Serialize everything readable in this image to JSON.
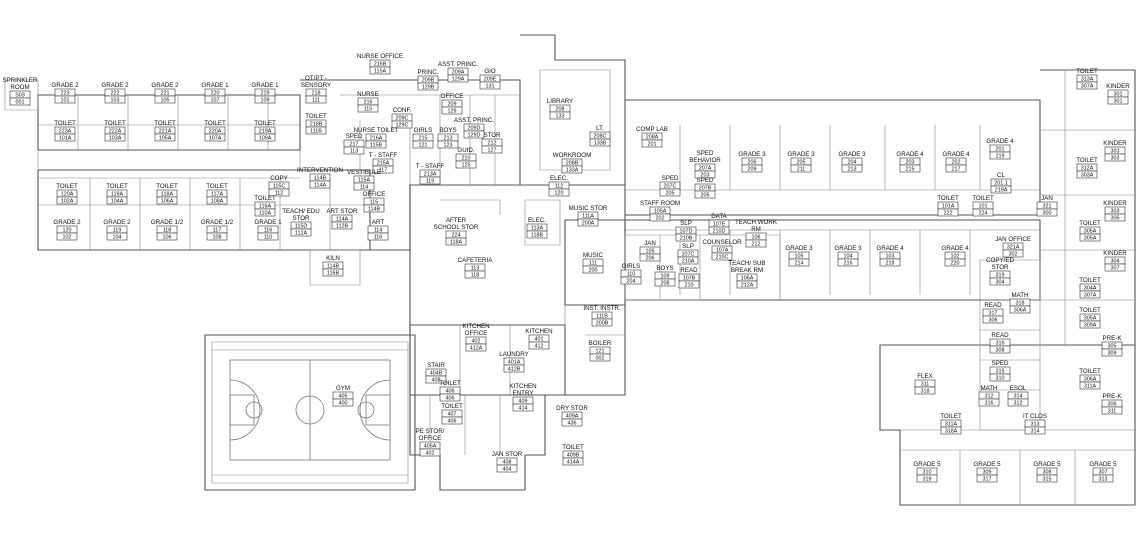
{
  "rooms": [
    {
      "id": "r-sprinkler",
      "name": "SPRINKLER\nROOM",
      "nums": [
        "S03",
        "001"
      ]
    },
    {
      "id": "r-g2a",
      "name": "GRADE 2",
      "nums": [
        "223",
        "101"
      ]
    },
    {
      "id": "r-g2b",
      "name": "GRADE 2",
      "nums": [
        "222",
        "103"
      ]
    },
    {
      "id": "r-g2c",
      "name": "GRADE 2",
      "nums": [
        "221",
        "105"
      ]
    },
    {
      "id": "r-g1a",
      "name": "GRADE 1",
      "nums": [
        "220",
        "107"
      ]
    },
    {
      "id": "r-g1b",
      "name": "GRADE 1",
      "nums": [
        "219",
        "109"
      ]
    },
    {
      "id": "r-otpt",
      "name": "OT/PT -\nSENSORY",
      "nums": [
        "218",
        "111"
      ]
    },
    {
      "id": "r-toilet223a",
      "name": "TOILET",
      "nums": [
        "223A",
        "101A"
      ]
    },
    {
      "id": "r-toilet222a",
      "name": "TOILET",
      "nums": [
        "222A",
        "103A"
      ]
    },
    {
      "id": "r-toilet221a",
      "name": "TOILET",
      "nums": [
        "221A",
        "105A"
      ]
    },
    {
      "id": "r-toilet220a",
      "name": "TOILET",
      "nums": [
        "220A",
        "107A"
      ]
    },
    {
      "id": "r-toilet219a",
      "name": "TOILET",
      "nums": [
        "219A",
        "109A"
      ]
    },
    {
      "id": "r-toilet218b",
      "name": "TOILET",
      "nums": [
        "218B",
        "111B"
      ]
    },
    {
      "id": "r-nurseoffice",
      "name": "NURSE OFFICE",
      "nums": [
        "216B",
        "115A"
      ]
    },
    {
      "id": "r-nurse",
      "name": "NURSE",
      "nums": [
        "216",
        "115"
      ]
    },
    {
      "id": "r-conf",
      "name": "CONF.",
      "nums": [
        "209C",
        "129C"
      ]
    },
    {
      "id": "r-princ",
      "name": "PRINC.",
      "nums": [
        "209B",
        "129B"
      ]
    },
    {
      "id": "r-asstprinc1",
      "name": "ASST. PRINC.",
      "nums": [
        "209A",
        "129A"
      ]
    },
    {
      "id": "r-gio",
      "name": "GIO",
      "nums": [
        "209E",
        "131"
      ]
    },
    {
      "id": "r-office209",
      "name": "OFFICE",
      "nums": [
        "209",
        "129"
      ]
    },
    {
      "id": "r-asstprinc2",
      "name": "ASST. PRINC.",
      "nums": [
        "209D",
        "129D"
      ]
    },
    {
      "id": "r-stor",
      "name": "STOR",
      "nums": [
        "212",
        "127"
      ]
    },
    {
      "id": "r-sped217",
      "name": "SPED",
      "nums": [
        "217",
        "113"
      ]
    },
    {
      "id": "r-nursetoilet",
      "name": "NURSE TOILET",
      "nums": [
        "216A",
        "115B"
      ]
    },
    {
      "id": "r-girls",
      "name": "GIRLS",
      "nums": [
        "215",
        "121"
      ]
    },
    {
      "id": "r-boys",
      "name": "BOYS",
      "nums": [
        "213",
        "123"
      ]
    },
    {
      "id": "r-guid",
      "name": "GUID.",
      "nums": [
        "210",
        "125"
      ]
    },
    {
      "id": "r-tstaff1",
      "name": "T - STAFF",
      "nums": [
        "215A",
        "117"
      ]
    },
    {
      "id": "r-tstaff2",
      "name": "T - STAFF",
      "nums": [
        "213A",
        "119"
      ]
    },
    {
      "id": "r-library",
      "name": "LIBRARY",
      "nums": [
        "208",
        "133"
      ]
    },
    {
      "id": "r-lt",
      "name": "LT.",
      "nums": [
        "208C",
        "133B"
      ]
    },
    {
      "id": "r-workroom",
      "name": "WORKROOM",
      "nums": [
        "208B",
        "133A"
      ]
    },
    {
      "id": "r-elec112",
      "name": "ELEC.",
      "nums": [
        "112",
        "120"
      ]
    },
    {
      "id": "r-complab",
      "name": "COMP LAB",
      "nums": [
        "208A",
        "201"
      ]
    },
    {
      "id": "r-spedbehavior",
      "name": "SPED\nBEHAVIOR",
      "nums": [
        "207A",
        "203"
      ]
    },
    {
      "id": "r-g3a",
      "name": "GRADE 3",
      "nums": [
        "206",
        "209"
      ]
    },
    {
      "id": "r-g3b",
      "name": "GRADE 3",
      "nums": [
        "205",
        "211"
      ]
    },
    {
      "id": "r-g3c",
      "name": "GRADE 3",
      "nums": [
        "204",
        "213"
      ]
    },
    {
      "id": "r-g4a",
      "name": "GRADE 4",
      "nums": [
        "203",
        "215"
      ]
    },
    {
      "id": "r-g4b",
      "name": "GRADE 4",
      "nums": [
        "202",
        "217"
      ]
    },
    {
      "id": "r-g4c",
      "name": "GRADE 4",
      "nums": [
        "201",
        "219"
      ]
    },
    {
      "id": "r-cl",
      "name": "CL",
      "nums": [
        "201.1",
        "219A"
      ]
    },
    {
      "id": "r-sped207c",
      "name": "SPED",
      "nums": [
        "207C",
        "205"
      ]
    },
    {
      "id": "r-sped207b",
      "name": "SPED",
      "nums": [
        "207B",
        "205"
      ]
    },
    {
      "id": "r-toilet313a",
      "name": "TOILET",
      "nums": [
        "313A",
        "307A"
      ]
    },
    {
      "id": "r-kinder301",
      "name": "KINDER",
      "nums": [
        "301",
        "301"
      ]
    },
    {
      "id": "r-kinder303",
      "name": "KINDER",
      "nums": [
        "303",
        "303"
      ]
    },
    {
      "id": "r-toilet312a",
      "name": "TOILET",
      "nums": [
        "312A",
        "303A"
      ]
    },
    {
      "id": "r-kinder305",
      "name": "KINDER",
      "nums": [
        "303",
        "305"
      ]
    },
    {
      "id": "r-toilet305a",
      "name": "TOILET",
      "nums": [
        "305A",
        "305A"
      ]
    },
    {
      "id": "r-kinder307",
      "name": "KINDER",
      "nums": [
        "304",
        "307"
      ]
    },
    {
      "id": "r-toilet307a",
      "name": "TOILET",
      "nums": [
        "304A",
        "307A"
      ]
    },
    {
      "id": "r-toilet120a",
      "name": "TOILET",
      "nums": [
        "120A",
        "102A"
      ]
    },
    {
      "id": "r-toilet119a",
      "name": "TOILET",
      "nums": [
        "119A",
        "104A"
      ]
    },
    {
      "id": "r-toilet118a",
      "name": "TOILET",
      "nums": [
        "118A",
        "106A"
      ]
    },
    {
      "id": "r-toilet117a",
      "name": "TOILET",
      "nums": [
        "117A",
        "108A"
      ]
    },
    {
      "id": "r-copy",
      "name": "COPY",
      "nums": [
        "115C",
        "112"
      ]
    },
    {
      "id": "r-intervention",
      "name": "INTERVENTION",
      "nums": [
        "114B",
        "114A"
      ]
    },
    {
      "id": "r-vestibule",
      "name": "VESTIBULE",
      "nums": [
        "115A",
        "114"
      ]
    },
    {
      "id": "r-office115",
      "name": "OFFICE",
      "nums": [
        "115",
        "114B"
      ]
    },
    {
      "id": "r-toilet116a",
      "name": "TOILET",
      "nums": [
        "116A",
        "110A"
      ]
    },
    {
      "id": "r-teachstor",
      "name": "TEACH/ EDU\nSTOR",
      "nums": [
        "115D",
        "112A"
      ]
    },
    {
      "id": "r-artstor",
      "name": "ART STOR",
      "nums": [
        "114A",
        "112B"
      ]
    },
    {
      "id": "r-g2d",
      "name": "GRADE 2",
      "nums": [
        "120",
        "102"
      ]
    },
    {
      "id": "r-g2e",
      "name": "GRADE 2",
      "nums": [
        "119",
        "104"
      ]
    },
    {
      "id": "r-g12a",
      "name": "GRADE 1/2",
      "nums": [
        "118",
        "106"
      ]
    },
    {
      "id": "r-g12b",
      "name": "GRADE 1/2",
      "nums": [
        "117",
        "108"
      ]
    },
    {
      "id": "r-g1c",
      "name": "GRADE 1",
      "nums": [
        "116",
        "110"
      ]
    },
    {
      "id": "r-art",
      "name": "ART",
      "nums": [
        "114",
        "116"
      ]
    },
    {
      "id": "r-kiln",
      "name": "KILN",
      "nums": [
        "114B",
        "116B"
      ]
    },
    {
      "id": "r-afterschool",
      "name": "AFTER\nSCHOOL STOR",
      "nums": [
        "224",
        "118A"
      ]
    },
    {
      "id": "r-cafeteria",
      "name": "CAFETERIA",
      "nums": [
        "113",
        "118"
      ]
    },
    {
      "id": "r-elec113a",
      "name": "ELEC.",
      "nums": [
        "113A",
        "118B"
      ]
    },
    {
      "id": "r-musicstor",
      "name": "MUSIC STOR",
      "nums": [
        "111A",
        "200A"
      ]
    },
    {
      "id": "r-music",
      "name": "MUSIC",
      "nums": [
        "111",
        "200"
      ]
    },
    {
      "id": "r-staffroom",
      "name": "STAFF ROOM",
      "nums": [
        "105A",
        "202"
      ]
    },
    {
      "id": "r-slp107d",
      "name": "SLP",
      "nums": [
        "107D",
        "210B"
      ]
    },
    {
      "id": "r-slp107c",
      "name": "SLP",
      "nums": [
        "107C",
        "210A"
      ]
    },
    {
      "id": "r-data",
      "name": "DATA",
      "nums": [
        "107E",
        "210D"
      ]
    },
    {
      "id": "r-counselor",
      "name": "COUNSELOR",
      "nums": [
        "107A",
        "210C"
      ]
    },
    {
      "id": "r-teachwork",
      "name": "TEACH WORK\nRM",
      "nums": [
        "106",
        "212"
      ]
    },
    {
      "id": "r-teachsub",
      "name": "TEACH/ SUB\nBREAK RM",
      "nums": [
        "106A",
        "212A"
      ]
    },
    {
      "id": "r-jan105",
      "name": "JAN",
      "nums": [
        "105",
        "206"
      ]
    },
    {
      "id": "r-girls110",
      "name": "GIRLS",
      "nums": [
        "110",
        "204"
      ]
    },
    {
      "id": "r-boys109",
      "name": "BOYS",
      "nums": [
        "109",
        "208"
      ]
    },
    {
      "id": "r-read",
      "name": "READ",
      "nums": [
        "107B",
        "210"
      ]
    },
    {
      "id": "r-g3d",
      "name": "GRADE 3",
      "nums": [
        "105",
        "214"
      ]
    },
    {
      "id": "r-g3e",
      "name": "GRADE 3",
      "nums": [
        "104",
        "216"
      ]
    },
    {
      "id": "r-g4d",
      "name": "GRADE 4",
      "nums": [
        "103",
        "218"
      ]
    },
    {
      "id": "r-g4e",
      "name": "GRADE 4",
      "nums": [
        "102",
        "220"
      ]
    },
    {
      "id": "r-toilet101a",
      "name": "TOILET",
      "nums": [
        "101A",
        "222"
      ]
    },
    {
      "id": "r-toilet101",
      "name": "TOILET",
      "nums": [
        "101",
        "224"
      ]
    },
    {
      "id": "r-jan321",
      "name": "JAN",
      "nums": [
        "321",
        "300"
      ]
    },
    {
      "id": "r-janoffice",
      "name": "JAN OFFICE",
      "nums": [
        "321A",
        "302"
      ]
    },
    {
      "id": "r-copyed",
      "name": "COPY/ED\nSTOR",
      "nums": [
        "319",
        "304"
      ]
    },
    {
      "id": "r-math318",
      "name": "MATH",
      "nums": [
        "318",
        "306A"
      ]
    },
    {
      "id": "r-read317",
      "name": "READ",
      "nums": [
        "317",
        "306"
      ]
    },
    {
      "id": "r-read316",
      "name": "READ",
      "nums": [
        "316",
        "308"
      ]
    },
    {
      "id": "r-sped315",
      "name": "SPED",
      "nums": [
        "315",
        "310"
      ]
    },
    {
      "id": "r-math312",
      "name": "MATH",
      "nums": [
        "312",
        "316"
      ]
    },
    {
      "id": "r-esol",
      "name": "ESOL",
      "nums": [
        "314",
        "312"
      ]
    },
    {
      "id": "r-toilet305b",
      "name": "TOILET",
      "nums": [
        "305A",
        "309A"
      ]
    },
    {
      "id": "r-prek309",
      "name": "PRE-K",
      "nums": [
        "305",
        "309"
      ]
    },
    {
      "id": "r-toilet306a",
      "name": "TOILET",
      "nums": [
        "306A",
        "311A"
      ]
    },
    {
      "id": "r-prek311",
      "name": "PRE-K",
      "nums": [
        "306",
        "311"
      ]
    },
    {
      "id": "r-flex",
      "name": "FLEX",
      "nums": [
        "311",
        "318"
      ]
    },
    {
      "id": "r-toilet311a",
      "name": "TOILET",
      "nums": [
        "311A",
        "318A"
      ]
    },
    {
      "id": "r-itclos",
      "name": "IT CLOS",
      "nums": [
        "313",
        "314"
      ]
    },
    {
      "id": "r-g5a",
      "name": "GRADE 5",
      "nums": [
        "310",
        "319"
      ]
    },
    {
      "id": "r-g5b",
      "name": "GRADE 5",
      "nums": [
        "309",
        "317"
      ]
    },
    {
      "id": "r-g5c",
      "name": "GRADE 5",
      "nums": [
        "308",
        "315"
      ]
    },
    {
      "id": "r-g5d",
      "name": "GRADE 5",
      "nums": [
        "307",
        "313"
      ]
    },
    {
      "id": "r-instinstr",
      "name": "INST. INSTR.",
      "nums": [
        "111B",
        "200B"
      ]
    },
    {
      "id": "r-boiler",
      "name": "BOILER",
      "nums": [
        "121",
        "002"
      ]
    },
    {
      "id": "r-kitchenoffice",
      "name": "KITCHEN\nOFFICE",
      "nums": [
        "402",
        "412A"
      ]
    },
    {
      "id": "r-kitchen",
      "name": "KITCHEN",
      "nums": [
        "401",
        "412"
      ]
    },
    {
      "id": "r-laundry",
      "name": "LAUNDRY",
      "nums": [
        "401A",
        "412B"
      ]
    },
    {
      "id": "r-stair",
      "name": "STAIR",
      "nums": [
        "404B",
        "408"
      ]
    },
    {
      "id": "r-toilet406",
      "name": "TOILET",
      "nums": [
        "406",
        "406"
      ]
    },
    {
      "id": "r-toilet407",
      "name": "TOILET",
      "nums": [
        "407",
        "406"
      ]
    },
    {
      "id": "r-kitchenentry",
      "name": "KITCHEN\nENTRY",
      "nums": [
        "409",
        "414"
      ]
    },
    {
      "id": "r-drystor",
      "name": "DRY STOR",
      "nums": [
        "409A",
        "436"
      ]
    },
    {
      "id": "r-gym",
      "name": "GYM",
      "nums": [
        "405",
        "400"
      ]
    },
    {
      "id": "r-pestor",
      "name": "PE STOR/\nOFFICE",
      "nums": [
        "405A",
        "402"
      ]
    },
    {
      "id": "r-janstor",
      "name": "JAN STOR",
      "nums": [
        "408",
        "404"
      ]
    },
    {
      "id": "r-toilet409b",
      "name": "TOILET",
      "nums": [
        "409B",
        "414A"
      ]
    }
  ]
}
